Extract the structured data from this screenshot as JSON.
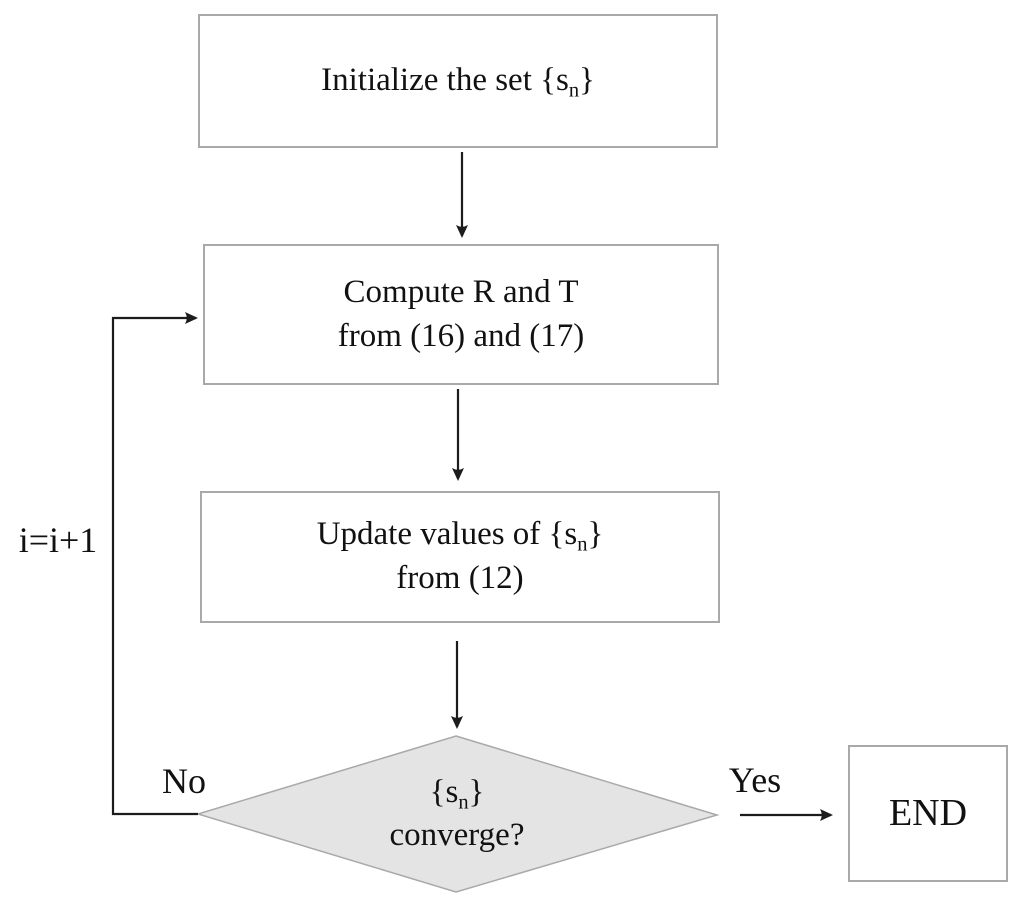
{
  "flowchart": {
    "nodes": {
      "init": {
        "pre": "Initialize the set {s",
        "sub": "n",
        "post": "}"
      },
      "compute": {
        "line1": "Compute R and T",
        "line2": "from (16) and (17)"
      },
      "update": {
        "pre": "Update values of {s",
        "sub": "n",
        "post": "}",
        "line2": "from (12)"
      },
      "decision": {
        "pre": "{s",
        "sub": "n",
        "post": "}",
        "line2": "converge?"
      },
      "end": {
        "label": "END"
      }
    },
    "edge_labels": {
      "no": "No",
      "yes": "Yes",
      "increment": "i=i+1"
    },
    "colors": {
      "background": "#ffffff",
      "box_border": "#a9a9a9",
      "diamond_fill": "#e4e4e4",
      "diamond_border": "#a9a9a9",
      "arrow": "#1c1c1c",
      "text": "#111111"
    }
  }
}
